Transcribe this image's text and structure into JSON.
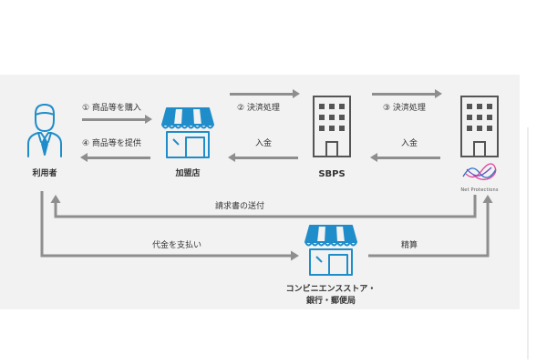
{
  "actors": {
    "user": "利用者",
    "merchant": "加盟店",
    "sbps": "SBPS",
    "np": "Net Protections",
    "store_line1": "コンビニエンスストア・",
    "store_line2": "銀行・郵便局"
  },
  "flows": {
    "purchase": "① 商品等を購入",
    "provide": "④ 商品等を提供",
    "settle2": "② 決済処理",
    "deposit_merchant": "入金",
    "settle3": "③ 決済処理",
    "deposit_sbps": "入金",
    "invoice": "請求書の送付",
    "pay": "代金を支払い",
    "reconcile": "精算"
  },
  "colors": {
    "accent": "#1f8dc9",
    "arrow": "#8e8e8e",
    "building": "#555555",
    "panel": "#f2f2f2"
  },
  "icons": [
    "person-icon",
    "storefront-icon",
    "building-icon",
    "net-protections-logo"
  ]
}
